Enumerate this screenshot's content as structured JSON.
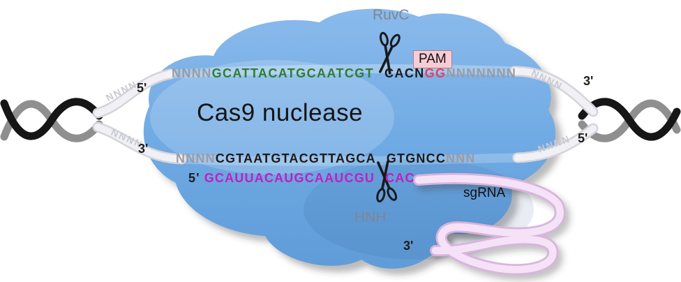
{
  "protein": {
    "name": "Cas9 nuclease"
  },
  "domains": {
    "ruvc": "RuvC",
    "hnh": "HNH"
  },
  "pam_label": "PAM",
  "strand_top": {
    "five_prime": "5'",
    "three_prime": "3'",
    "flank_left": "NNNN",
    "protospacer": "GCATTACATGCAATCGT",
    "after_cut": "CACN",
    "pam_seq": "GG",
    "flank_right": "NNNNNNN"
  },
  "strand_bottom": {
    "three_prime": "3'",
    "five_prime": "5'",
    "flank_left": "NNNN",
    "complement": "CGTAATGTACGTTAGCA",
    "after_cut": "GTGNCC",
    "flank_right": "NNN"
  },
  "sgrna": {
    "label": "sgRNA",
    "five_prime": "5'",
    "guide": "GCAUUACAUGCAAUCGU",
    "tail": "CAC",
    "three_prime": "3'"
  },
  "ribbon_texture": "NNNN",
  "colors": {
    "seq-green": "#2e7d32",
    "seq-red": "#e8415c",
    "seq-gray": "#9b9ba3",
    "seq-black": "#1b1b1b",
    "sgrna-magenta": "#bf1fbf",
    "pam-bg": "#f8ccd5",
    "domain-gray": "#7d8791",
    "blob-main": "#649fdc",
    "blob-light": "#8abaec",
    "loop-fill": "#f5e2f7",
    "loop-edge": "#d8b4dd"
  }
}
